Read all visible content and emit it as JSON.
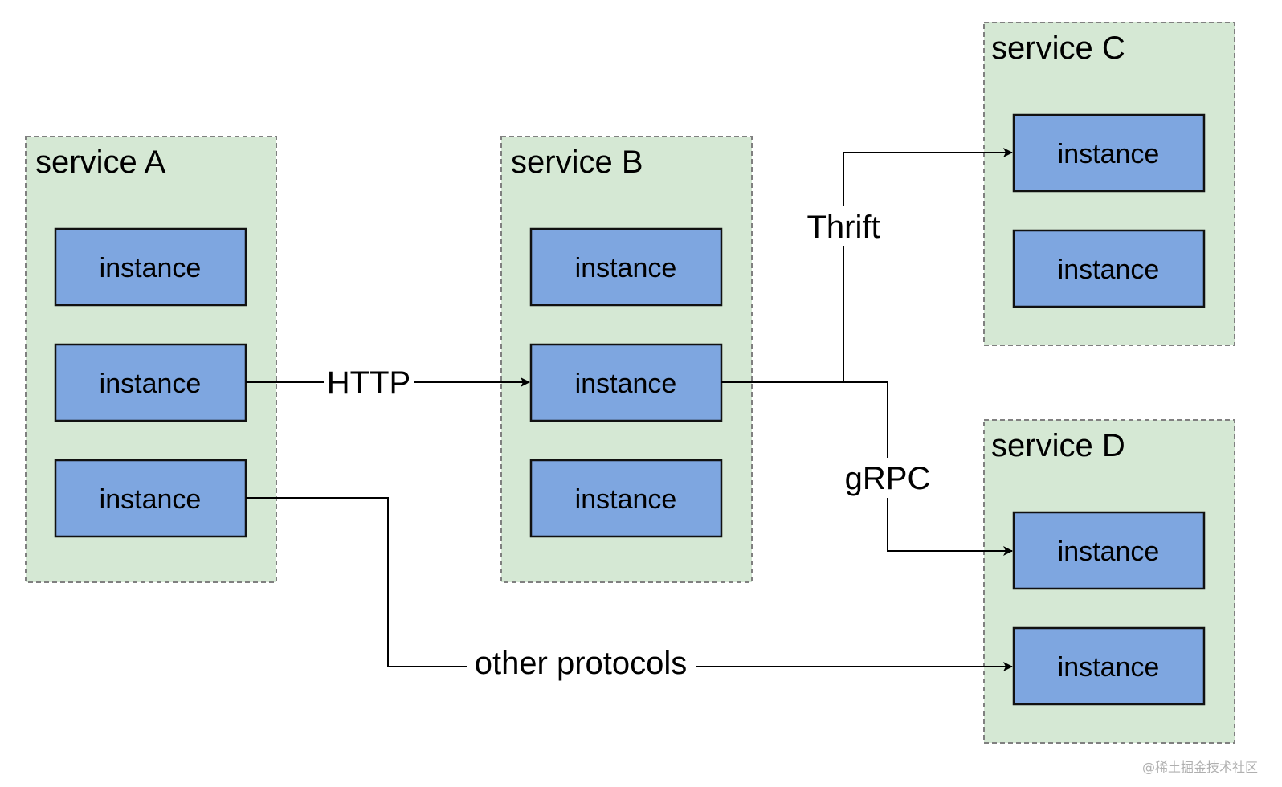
{
  "services": {
    "a": {
      "title": "service A",
      "instances": [
        "instance",
        "instance",
        "instance"
      ]
    },
    "b": {
      "title": "service B",
      "instances": [
        "instance",
        "instance",
        "instance"
      ]
    },
    "c": {
      "title": "service C",
      "instances": [
        "instance",
        "instance"
      ]
    },
    "d": {
      "title": "service D",
      "instances": [
        "instance",
        "instance"
      ]
    }
  },
  "edges": {
    "http": "HTTP",
    "thrift": "Thrift",
    "grpc": "gRPC",
    "other": "other protocols"
  },
  "watermark": "@稀土掘金技术社区",
  "colors": {
    "service_fill": "#d5e8d4",
    "instance_fill": "#7ea6e0"
  }
}
